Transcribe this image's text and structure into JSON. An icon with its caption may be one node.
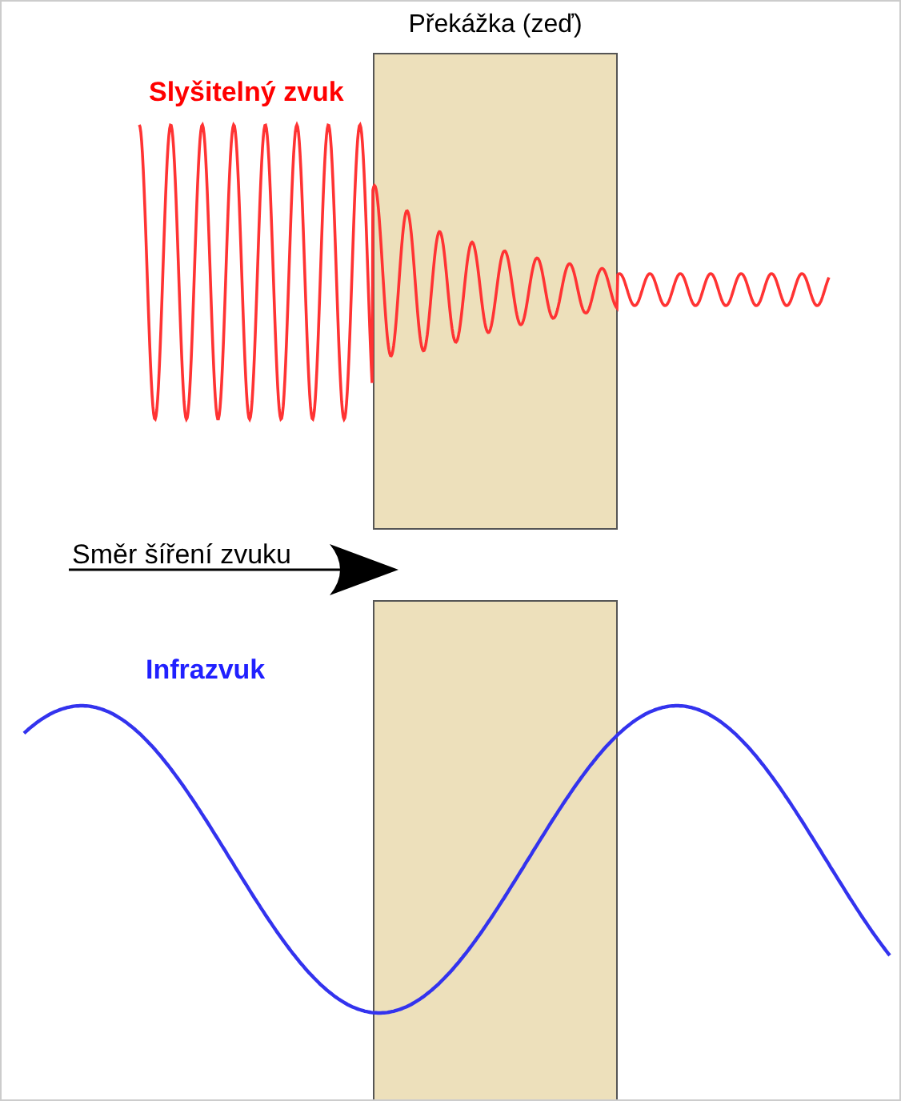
{
  "diagram": {
    "nodes": [
      {
        "text": [
          "Překážka (zeď)"
        ]
      },
      {
        "text": [],
        "shape": "box"
      }
    ],
    "labels": [
      "Slyšitelný zvuk",
      "Směr šíření zvuku",
      "Infrazvuk"
    ]
  }
}
